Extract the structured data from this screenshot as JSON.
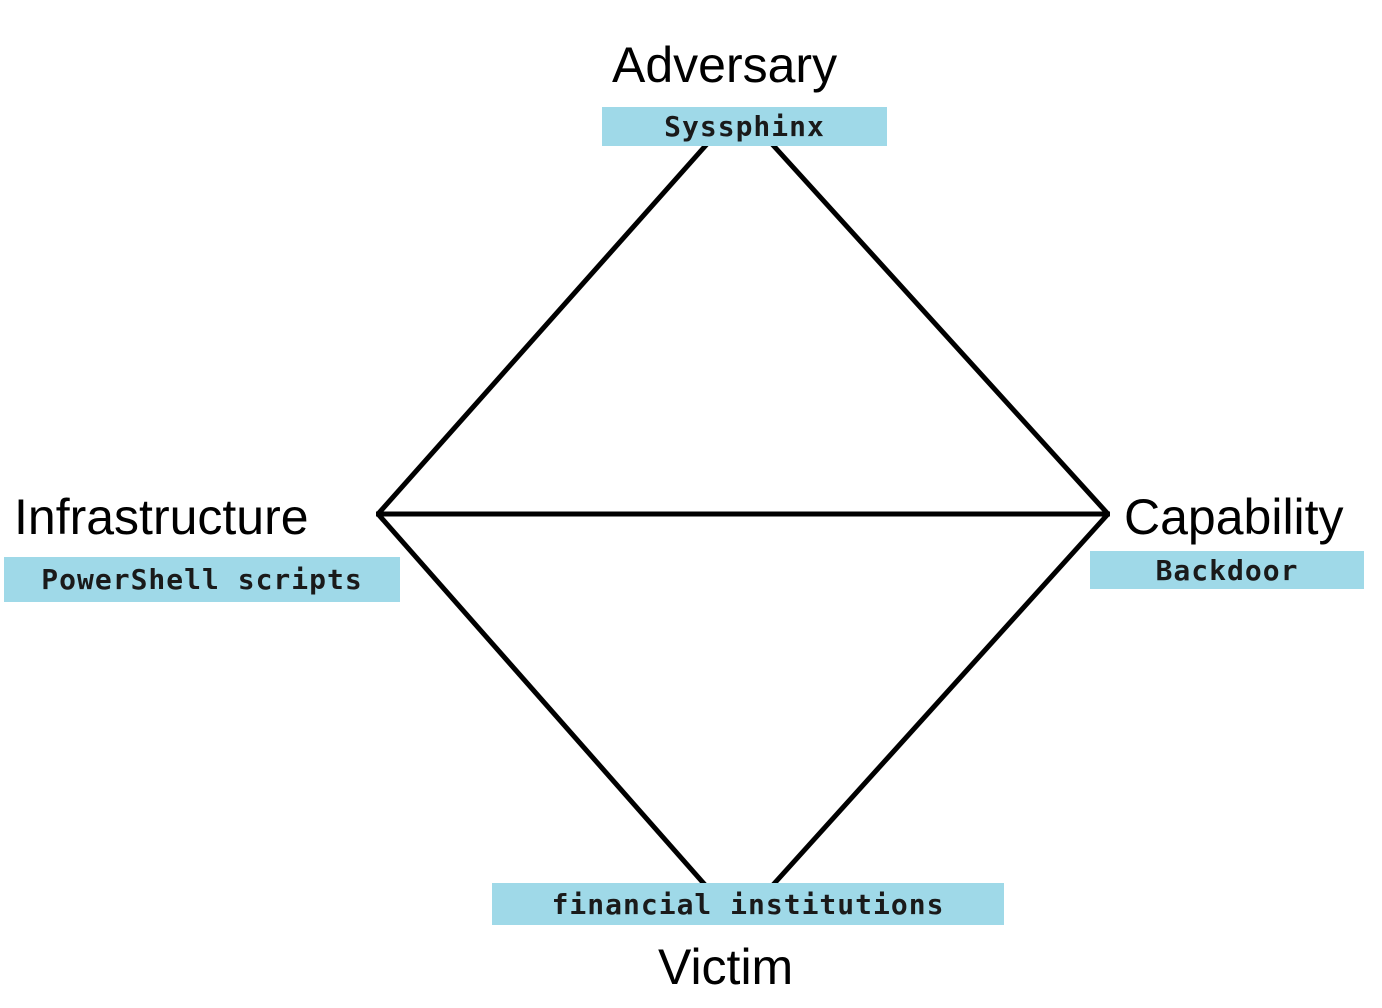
{
  "diagram": {
    "adversary": {
      "title": "Adversary",
      "value": "Syssphinx"
    },
    "infrastructure": {
      "title": "Infrastructure",
      "value": "PowerShell scripts"
    },
    "capability": {
      "title": "Capability",
      "value": "Backdoor"
    },
    "victim": {
      "title": "Victim",
      "value": "financial institutions"
    }
  },
  "colors": {
    "line": "#000000",
    "box_fill": "#9fd9e8",
    "text": "#000000"
  }
}
